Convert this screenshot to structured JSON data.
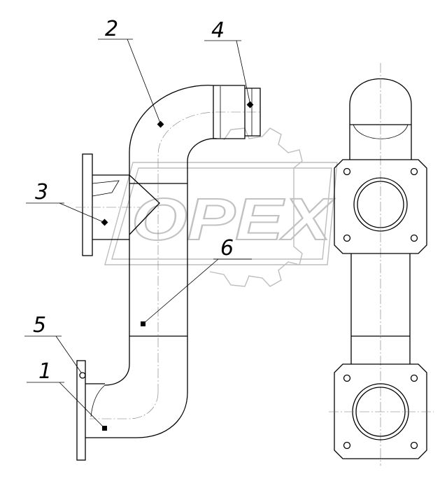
{
  "drawing": {
    "callouts": [
      {
        "id": "callout-1",
        "label": "1"
      },
      {
        "id": "callout-2",
        "label": "2"
      },
      {
        "id": "callout-3",
        "label": "3"
      },
      {
        "id": "callout-4",
        "label": "4"
      },
      {
        "id": "callout-5",
        "label": "5"
      },
      {
        "id": "callout-6",
        "label": "6"
      }
    ],
    "watermark": {
      "text": "OPEX"
    }
  }
}
